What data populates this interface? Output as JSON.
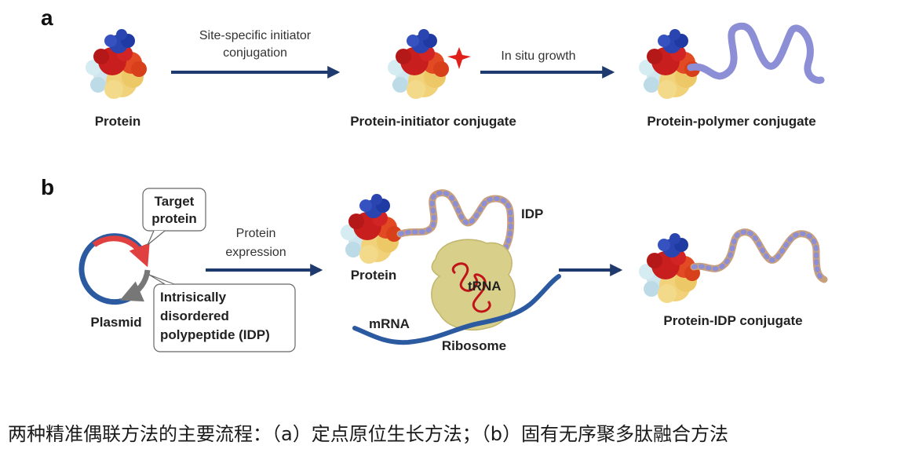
{
  "panel_a": {
    "letter": "a",
    "step1_line1": "Site-specific initiator",
    "step1_line2": "conjugation",
    "step2": "In situ growth",
    "protein": "Protein",
    "initiator_conjugate": "Protein-initiator conjugate",
    "polymer_conjugate": "Protein-polymer conjugate"
  },
  "panel_b": {
    "letter": "b",
    "target_line1": "Target",
    "target_line2": "protein",
    "idp_line1": "Intrisically",
    "idp_line2": "disordered",
    "idp_line3": "polypeptide (IDP)",
    "plasmid": "Plasmid",
    "expr_line1": "Protein",
    "expr_line2": "expression",
    "protein": "Protein",
    "idp": "IDP",
    "trna": "tRNA",
    "mrna": "mRNA",
    "ribosome": "Ribosome",
    "idp_conjugate": "Protein-IDP conjugate"
  },
  "caption": "两种精准偶联方法的主要流程：（a）定点原位生长方法；（b）固有无序聚多肽融合方法",
  "colors": {
    "arrow": "#1f3a6e",
    "polymer": "#8c8fd6",
    "idp_beads": "#c9a07c",
    "ribosome": "#d8cf8a",
    "mrna": "#2c5aa0",
    "trna": "#c0141a",
    "initiator_star": "#e0201a"
  }
}
